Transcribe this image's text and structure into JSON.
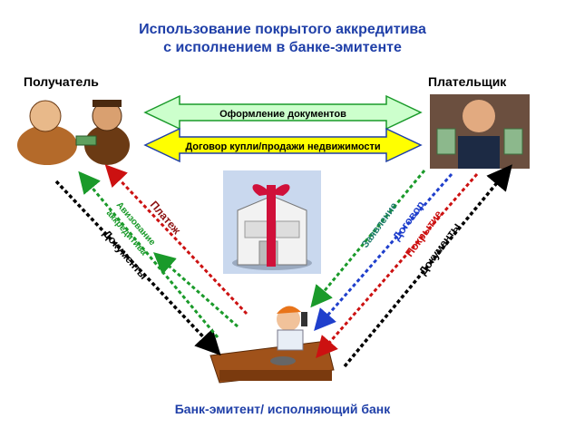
{
  "title": {
    "line1": "Использование покрытого аккредитива",
    "line2": "с исполнением в банке-эмитенте"
  },
  "parties": {
    "recipient": "Получатель",
    "payer": "Плательщик",
    "bank": "Банк-эмитент/ исполняющий банк"
  },
  "center_arrows": {
    "top": "Оформление документов",
    "bottom": "Договор купли/продажи недвижимости"
  },
  "left_flows": {
    "payment": "Платеж",
    "advising_1": "Авизование",
    "advising_2": "аккредитива",
    "documents": "Документы"
  },
  "right_flows": {
    "application": "Заявление",
    "contract": "Договор",
    "coverage": "Покрытие",
    "documents": "Документы"
  },
  "colors": {
    "title": "#1f3fa8",
    "green": "#1a9a2a",
    "red": "#cc1111",
    "blue": "#1f3fcc",
    "teal": "#1b7a6a",
    "dark_red": "#8b0f0f",
    "black": "#000000",
    "arrow_top_fill": "#ccffcc",
    "arrow_bottom_fill": "#ffff00"
  }
}
